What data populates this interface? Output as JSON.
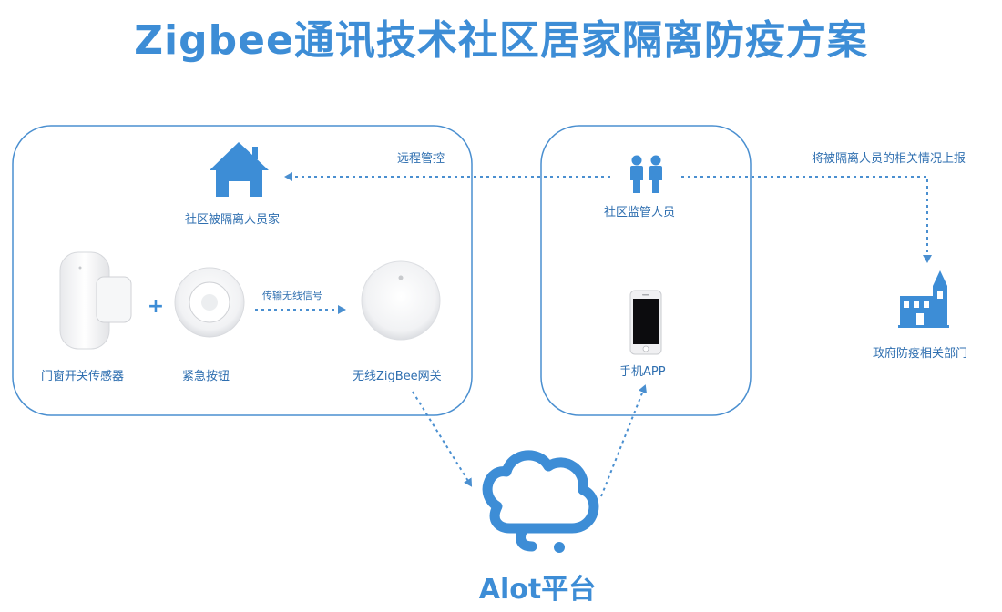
{
  "title": "Zigbee通讯技术社区居家隔离防疫方案",
  "labels": {
    "remote_control": "远程管控",
    "report": "将被隔离人员的相关情况上报",
    "isolated_home": "社区被隔离人员家",
    "door_sensor": "门窗开关传感器",
    "emergency_button": "紧急按钮",
    "gateway": "无线ZigBee网关",
    "wireless_signal": "传输无线信号",
    "community_staff": "社区监管人员",
    "mobile_app": "手机APP",
    "gov_dept": "政府防疫相关部门",
    "plus": "+"
  },
  "platform": "Alot平台",
  "colors": {
    "primary": "#3d8dd6",
    "line": "#4a8fd0",
    "text": "#2f6fb0"
  },
  "icons": [
    "house-icon",
    "people-icon",
    "cloud-icon",
    "government-building-icon",
    "phone-icon"
  ]
}
